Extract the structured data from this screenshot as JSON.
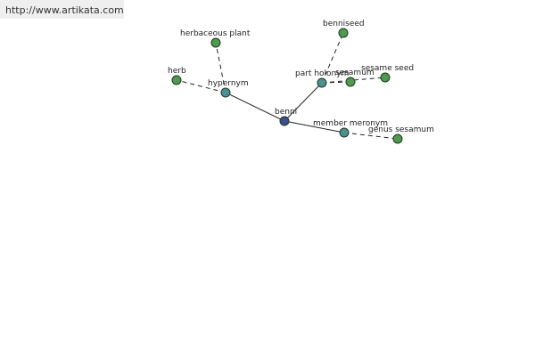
{
  "source": {
    "url_text": "http://www.artikata.com"
  },
  "colors": {
    "center": "#3b4c8f",
    "relation": "#4e8f8f",
    "leaf": "#4f9a4f",
    "edge": "#222222",
    "banner": "#efefef"
  },
  "graph": {
    "center_label": "benni",
    "relations": [
      {
        "id": "hypernym",
        "label": "hypernym",
        "terms": [
          "herbaceous plant",
          "herb"
        ]
      },
      {
        "id": "part-holonym",
        "label": "part holonym",
        "terms": [
          "benniseed",
          "sesamum",
          "sesame seed"
        ]
      },
      {
        "id": "member-meronym",
        "label": "member meronym",
        "terms": [
          "genus sesamum"
        ]
      }
    ]
  }
}
